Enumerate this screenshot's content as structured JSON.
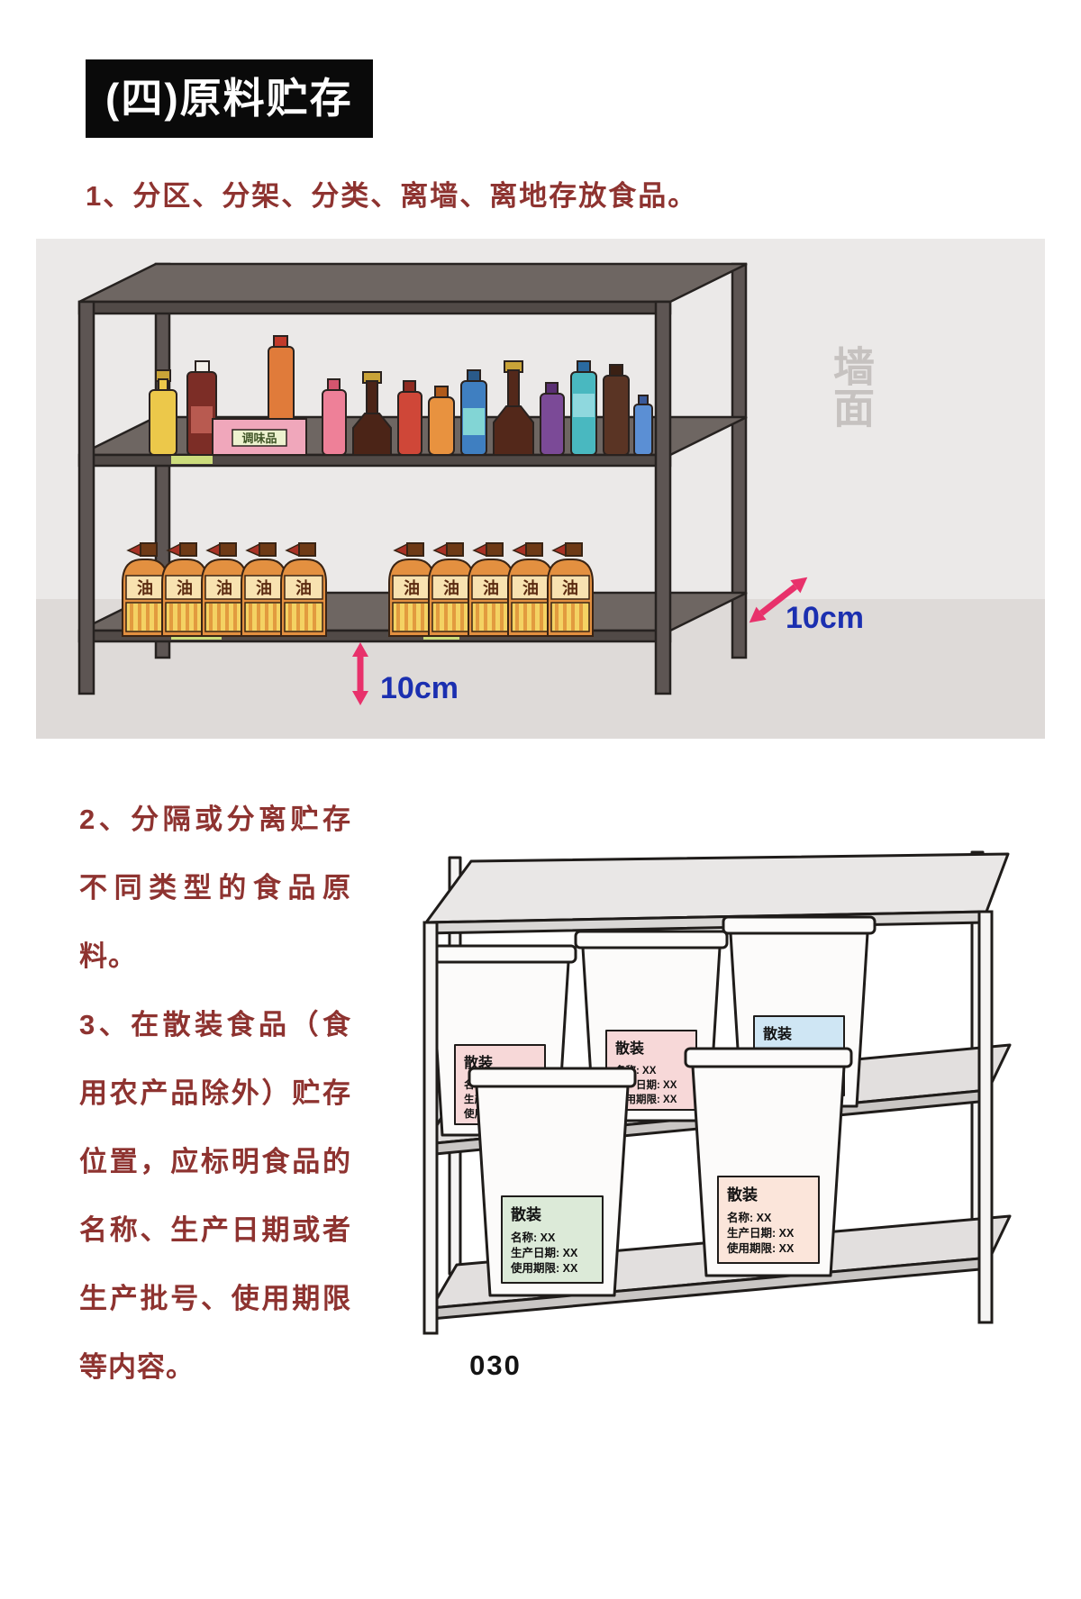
{
  "header": {
    "title": "(四)原料贮存"
  },
  "rules": {
    "rule1": "1、分区、分架、分类、离墙、离地存放食品。",
    "rule2": "2、分隔或分离贮存不同类型的食品原料。",
    "rule3": "3、在散装食品（食用农产品除外）贮存位置，应标明食品的名称、生产日期或者生产批号、使用期限等内容。"
  },
  "illustration1": {
    "wall_label": "墙面",
    "seasoning_box_label": "调味品",
    "oil_jug_label": "油",
    "wall_gap_label": "10cm",
    "floor_gap_label": "10cm"
  },
  "illustration2": {
    "bin_title": "散装",
    "bin_name": "名称: XX",
    "bin_date": "生产日期: XX",
    "bin_expiry": "使用期限: XX"
  },
  "page": {
    "number": "030"
  },
  "colors": {
    "rule_text": "#8e3330",
    "measure_text": "#1b2fb0",
    "arrow": "#e8316b",
    "bin1_label_bg": "#f7d8d8",
    "bin2_label_bg": "#f7d8d8",
    "bin3_label_bg": "#cfe6f4",
    "bin4_label_bg": "#dcead8",
    "bin5_label_bg": "#fbe5da"
  }
}
